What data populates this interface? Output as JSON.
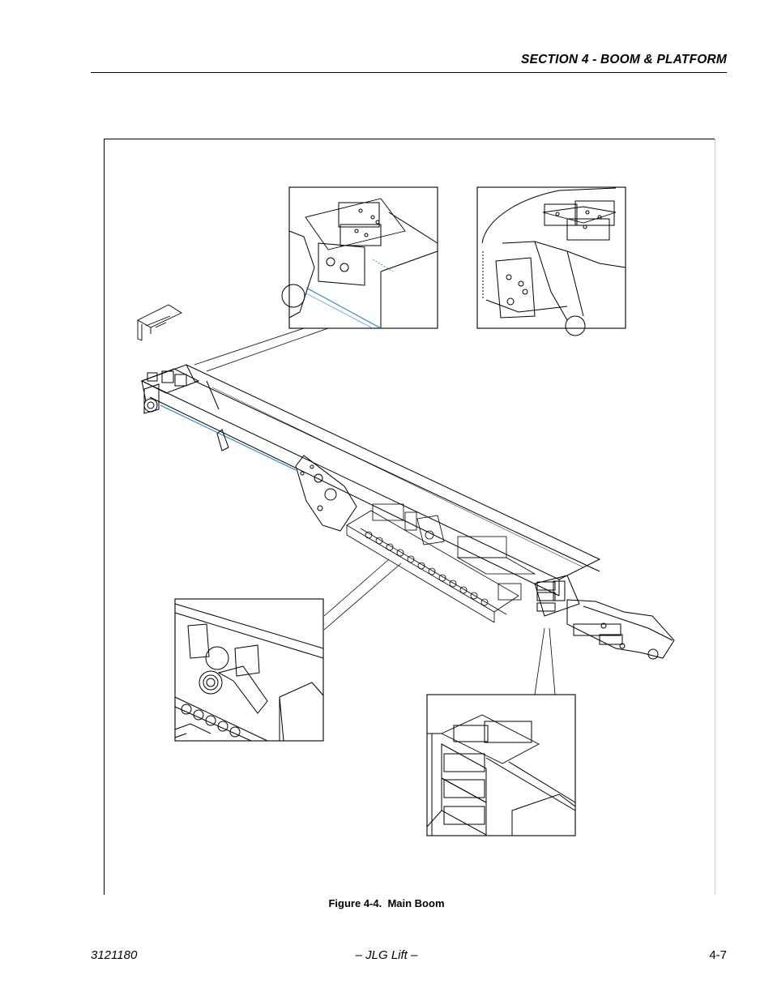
{
  "header": {
    "section_title": "SECTION 4 - BOOM & PLATFORM"
  },
  "figure": {
    "caption": "Figure 4-4.  Main Boom"
  },
  "footer": {
    "doc_number": "3121180",
    "brand": "– JLG Lift –",
    "page_number": "4-7"
  }
}
